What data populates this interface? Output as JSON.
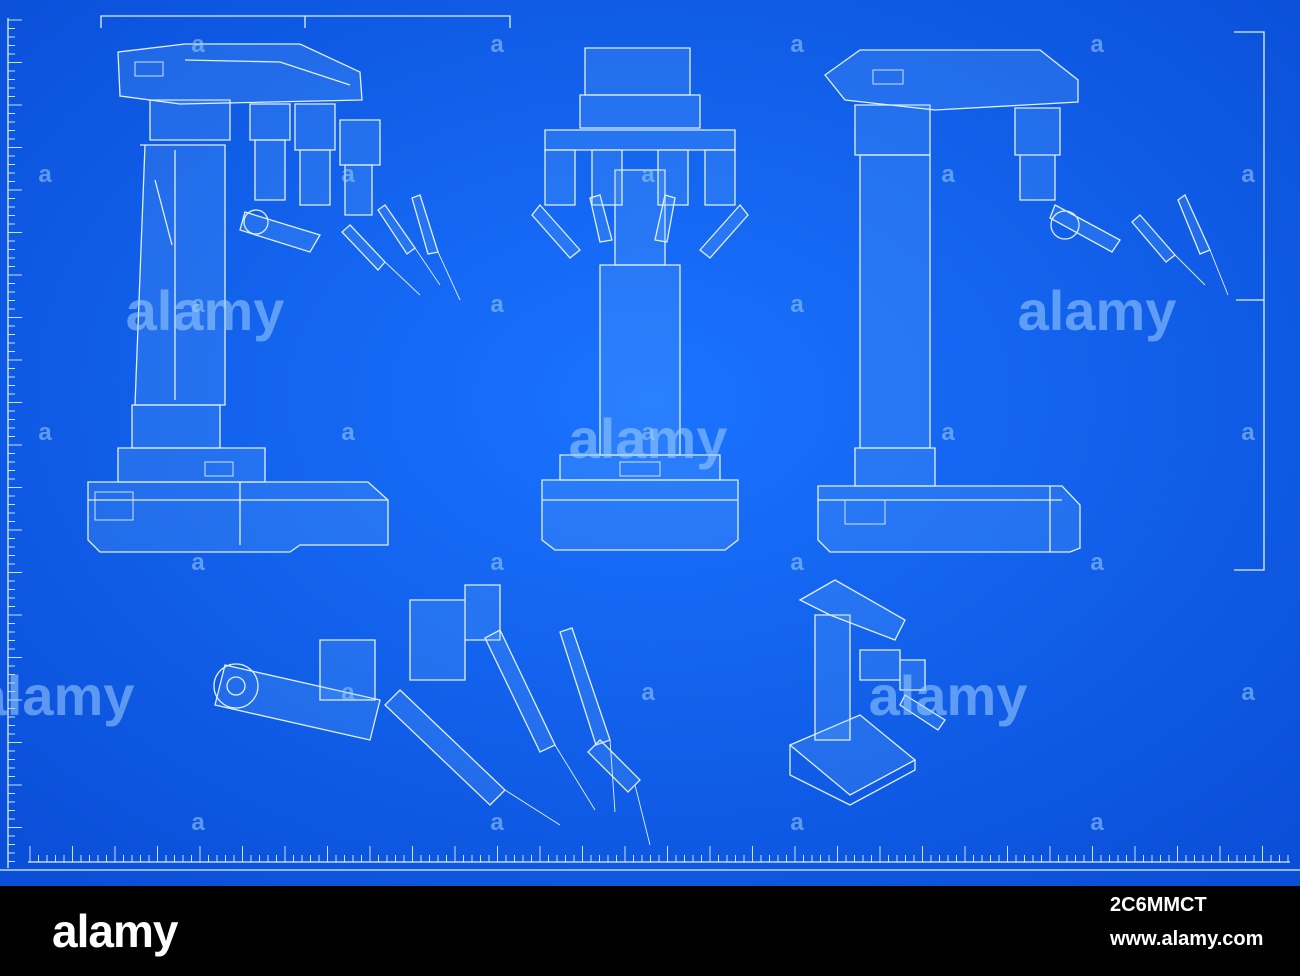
{
  "colors": {
    "background": "#0b57e6",
    "lines": "#dff0ff",
    "footer": "#000000"
  },
  "watermark": {
    "small_mark": "a",
    "large_mark": "alamy"
  },
  "footer": {
    "brand": "alamy",
    "image_id": "2C6MMCT",
    "site": "www.alamy.com"
  }
}
